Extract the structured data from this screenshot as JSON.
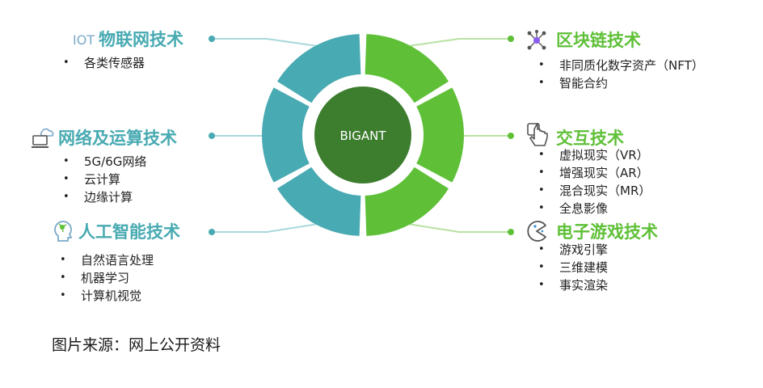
{
  "center": {
    "label": "BIGANT"
  },
  "colors": {
    "teal": "#48aab2",
    "green": "#5fc038",
    "core": "#3c7d2e",
    "connector": "#a9d8dc",
    "connector_green": "#b9e2a4"
  },
  "sections": {
    "iot": {
      "icon": "iot-icon",
      "icon_text": "IOT",
      "title": "物联网技术",
      "items": [
        "各类传感器"
      ]
    },
    "network": {
      "icon": "cloud-computer-icon",
      "title": "网络及运算技术",
      "items": [
        "5G/6G网络",
        "云计算",
        "边缘计算"
      ]
    },
    "ai": {
      "icon": "ai-head-icon",
      "title": "人工智能技术",
      "items": [
        "自然语言处理",
        "机器学习",
        "计算机视觉"
      ]
    },
    "blockchain": {
      "icon": "network-nodes-icon",
      "title": "区块链技术",
      "items": [
        "非同质化数字资产（NFT）",
        "智能合约"
      ]
    },
    "interaction": {
      "icon": "touch-hand-icon",
      "title": "交互技术",
      "items": [
        "虚拟现实（VR）",
        "增强现实（AR）",
        "混合现实（MR）",
        "全息影像"
      ]
    },
    "gaming": {
      "icon": "pacman-icon",
      "title": "电子游戏技术",
      "items": [
        "游戏引擎",
        "三维建模",
        "事实渲染"
      ]
    }
  },
  "source": "图片来源：网上公开资料"
}
